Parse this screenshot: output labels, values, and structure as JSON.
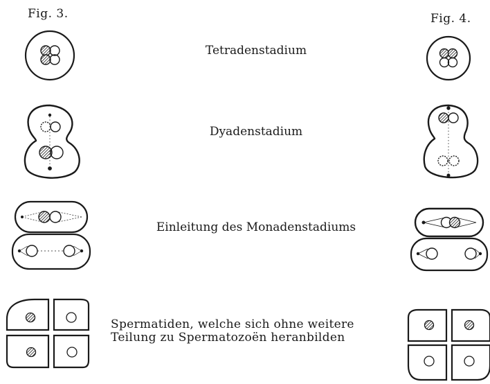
{
  "figures": {
    "left": "Fig. 3.",
    "right": "Fig. 4."
  },
  "stages": {
    "tetrad": "Tetradenstadium",
    "dyad": "Dyadenstadium",
    "monad": "Einleitung des Monadenstadiums",
    "spermatids_line1": "Spermatiden, welche sich ohne weitere",
    "spermatids_line2": "Teilung zu Spermatozoën heranbilden"
  },
  "colors": {
    "ink": "#1a1a1a",
    "hatch": "#1a1a1a",
    "paper": "#ffffff"
  }
}
